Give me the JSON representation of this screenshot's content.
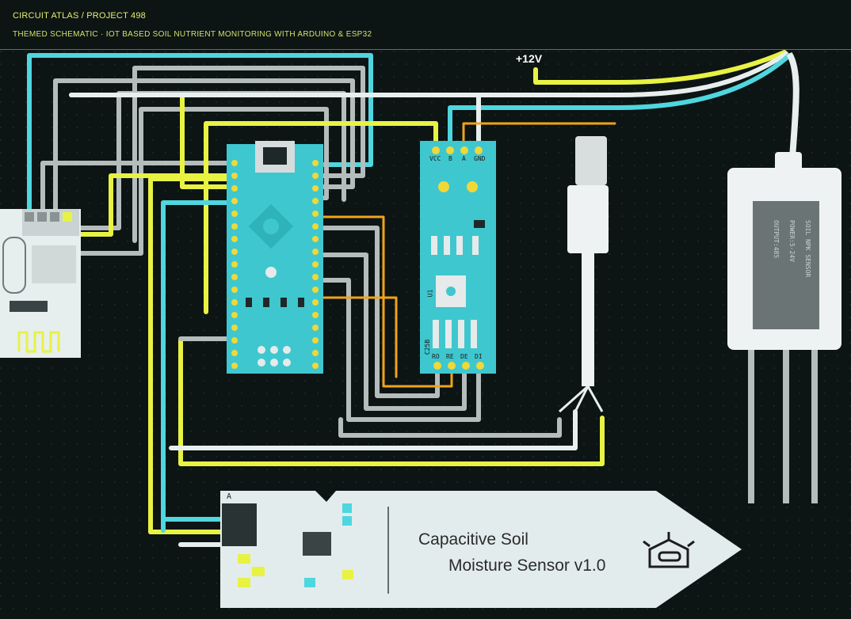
{
  "header": {
    "breadcrumb": "CIRCUIT ATLAS / PROJECT 498",
    "subtitle": "THEMED SCHEMATIC · IOT BASED SOIL NUTRIENT MONITORING WITH ARDUINO & ESP32"
  },
  "power": {
    "label": "+12V"
  },
  "modules": {
    "max485": {
      "pins_top": [
        "VCC",
        "B",
        "A",
        "GND"
      ],
      "pins_bottom": [
        "RO",
        "RE",
        "DE",
        "DI"
      ],
      "ic_label": "U1",
      "side_label": "C25B"
    },
    "npk_sensor": {
      "line1": "SOIL NPK SENSOR",
      "line2": "POWER:5-24V",
      "line3": "OUTPUT:485"
    },
    "capacitive": {
      "line1": "Capacitive Soil",
      "line2": "Moisture Sensor v1.0",
      "pin_marker": "A"
    }
  },
  "colors": {
    "background": "#0c1414",
    "wire_yellow": "#e8f242",
    "wire_cyan": "#4fd6de",
    "wire_gray": "#b4bcbc",
    "wire_white": "#e8eeee",
    "wire_orange": "#f0a418",
    "board_cyan": "#3ec7cf",
    "sensor_body": "#eef2f2"
  },
  "icons": [
    "arduino-logo-icon",
    "ic-chip-icon",
    "antenna-trace-icon",
    "robot-logo-icon"
  ]
}
